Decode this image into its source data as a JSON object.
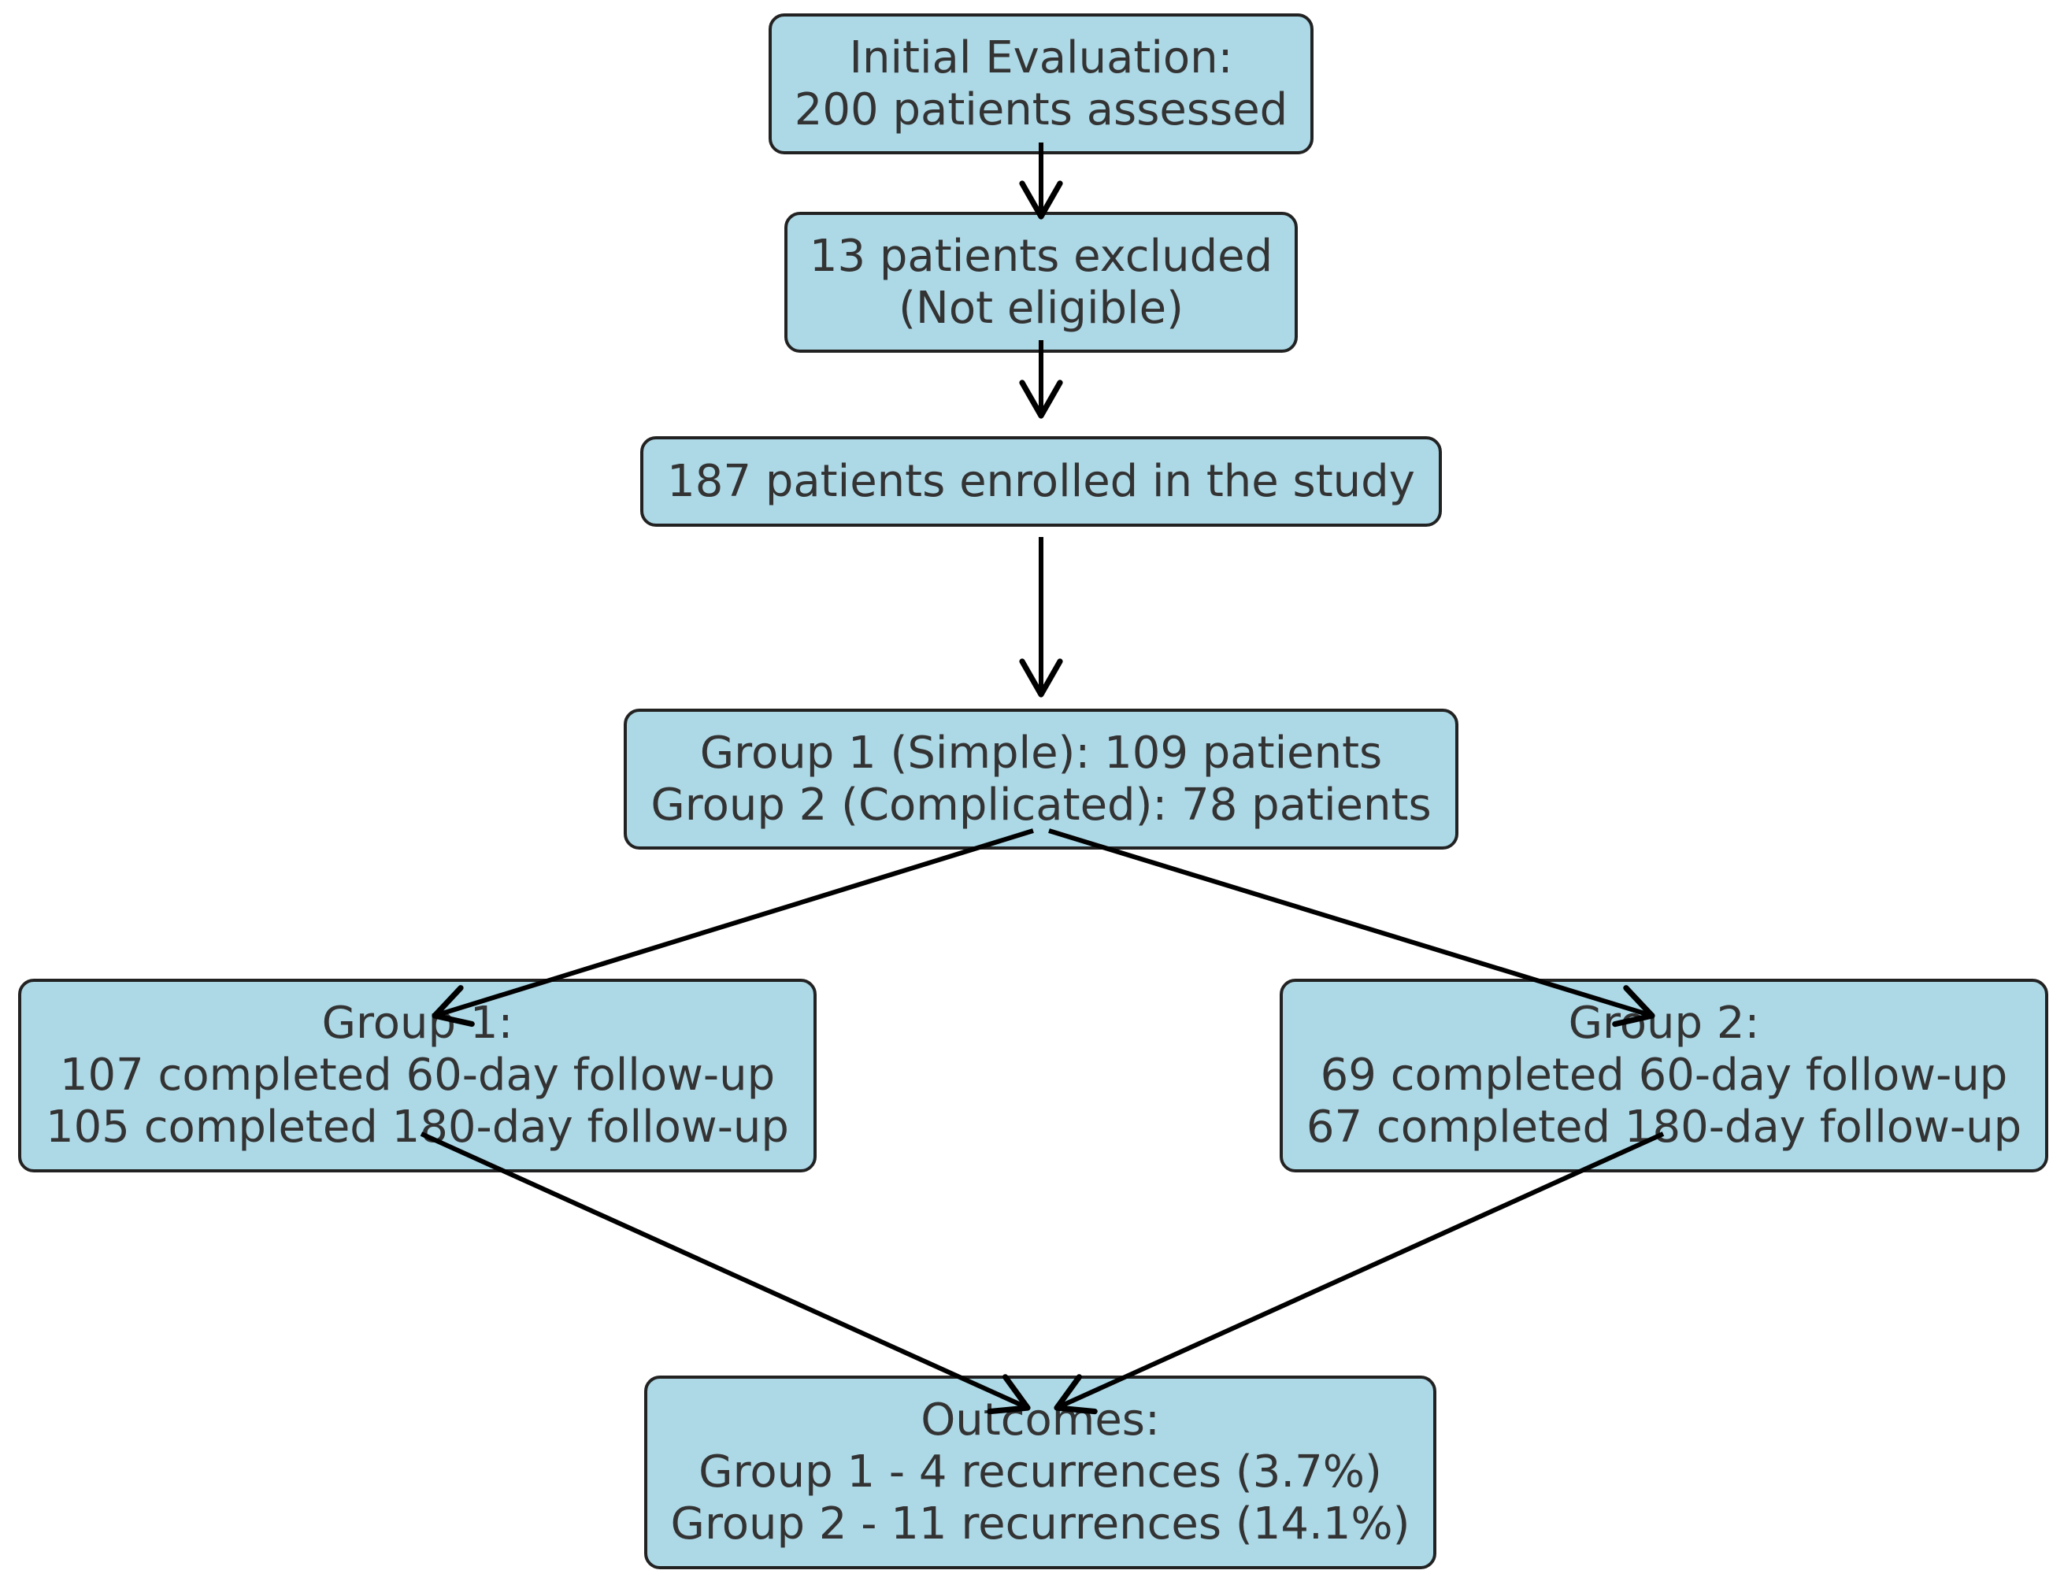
{
  "flowchart": {
    "initial": {
      "line1": "Initial Evaluation:",
      "line2": "200 patients assessed"
    },
    "excluded": {
      "line1": "13 patients excluded",
      "line2": "(Not eligible)"
    },
    "enrolled": {
      "line1": "187 patients enrolled in the study"
    },
    "groups": {
      "line1": "Group 1 (Simple): 109 patients",
      "line2": "Group 2 (Complicated): 78 patients"
    },
    "group1": {
      "line1": "Group 1:",
      "line2": "107 completed 60-day follow-up",
      "line3": "105 completed 180-day follow-up"
    },
    "group2": {
      "line1": "Group 2:",
      "line2": "69 completed 60-day follow-up",
      "line3": "67 completed 180-day follow-up"
    },
    "outcomes": {
      "line1": "Outcomes:",
      "line2": "Group 1 - 4 recurrences (3.7%)",
      "line3": "Group 2 - 11 recurrences (14.1%)"
    }
  },
  "colors": {
    "box_fill": "#add8e6",
    "box_border": "#222222",
    "text": "#333333",
    "arrow": "#000000"
  }
}
